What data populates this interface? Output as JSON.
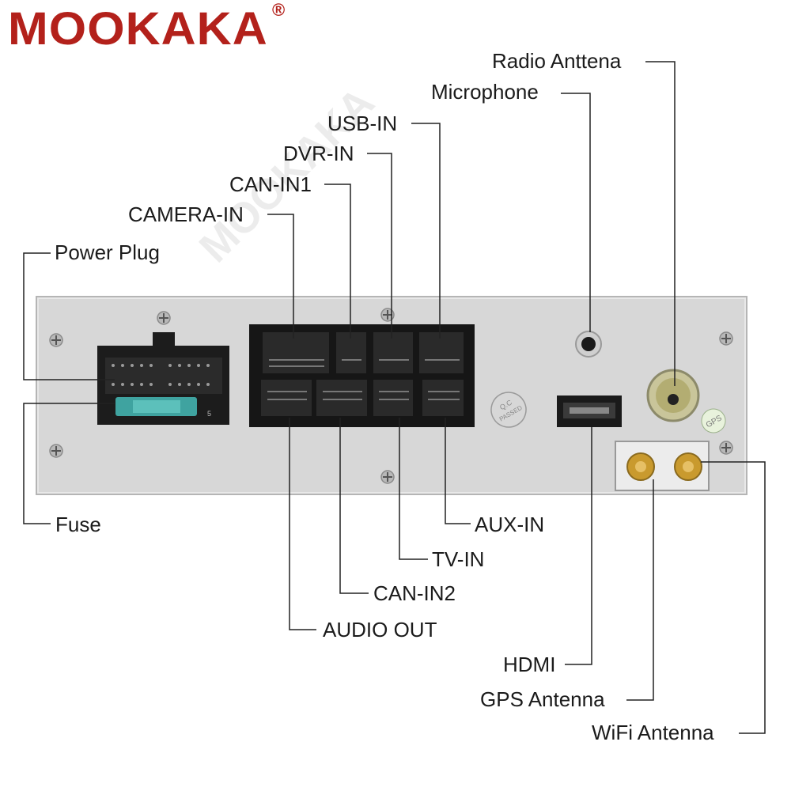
{
  "brand": {
    "logo": "MOOKAKA",
    "registered": "®"
  },
  "device_stamps": {
    "qc": "Q.C PASSED",
    "gps": "GPS",
    "fuse_number": "5"
  },
  "labels": {
    "radio_antenna": "Radio Anttena",
    "microphone": "Microphone",
    "usb_in": "USB-IN",
    "dvr_in": "DVR-IN",
    "can_in1": "CAN-IN1",
    "camera_in": "CAMERA-IN",
    "power_plug": "Power Plug",
    "fuse": "Fuse",
    "aux_in": "AUX-IN",
    "tv_in": "TV-IN",
    "can_in2": "CAN-IN2",
    "audio_out": "AUDIO OUT",
    "hdmi": "HDMI",
    "gps_antenna": "GPS Antenna",
    "wifi_antenna": "WiFi Antenna"
  },
  "colors": {
    "brand": "#b3211b",
    "panel": "#d6d6d6",
    "connector": "#1a1a1a",
    "fuse": "#3fa3a0",
    "gold": "#c99a2e"
  }
}
